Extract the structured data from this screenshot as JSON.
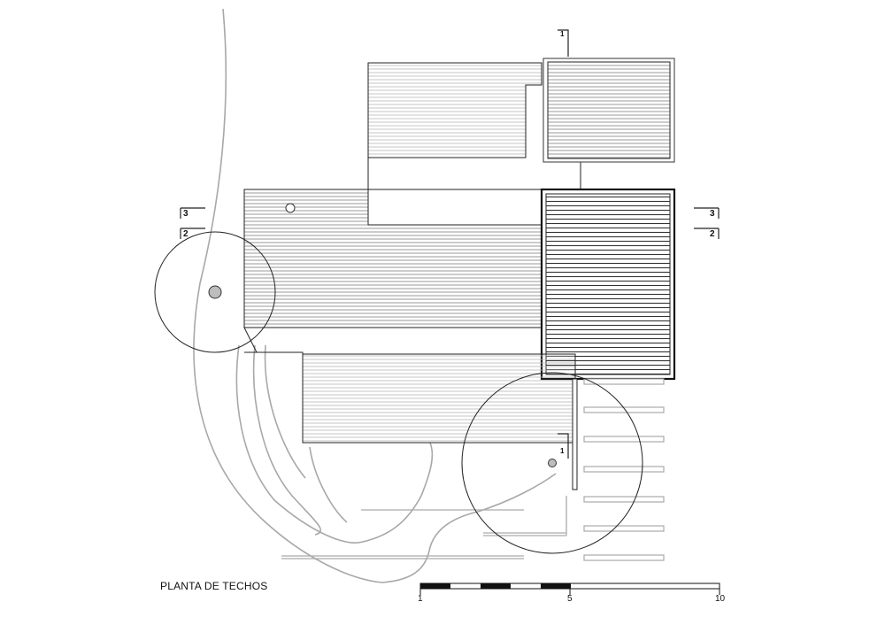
{
  "drawing": {
    "title": "PLANTA DE TECHOS"
  },
  "scale_bar": {
    "ticks": [
      "1",
      "5",
      "10"
    ]
  },
  "section_marks": {
    "left_top": "3",
    "left_bottom": "2",
    "right_top": "3",
    "right_bottom": "2",
    "top": "1",
    "bottom": "1"
  },
  "colors": {
    "line": "#222222",
    "hatch": "#9a9a9a",
    "terrain": "#a8a8a8",
    "tree_trunk": "#bdbdbd"
  }
}
